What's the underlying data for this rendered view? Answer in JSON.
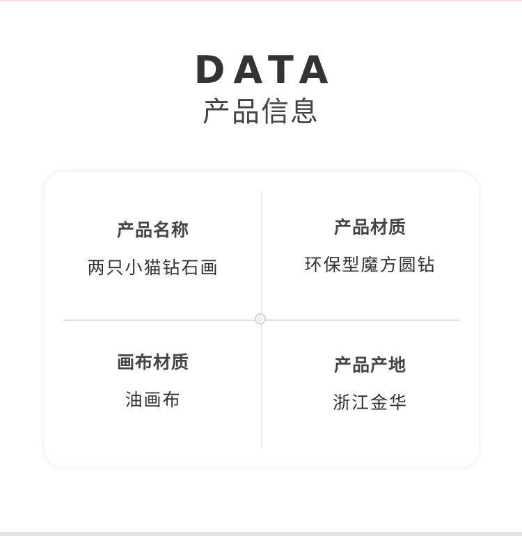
{
  "header": {
    "title_en": "DATA",
    "title_cn": "产品信息"
  },
  "info": [
    {
      "label": "产品名称",
      "value": "两只小猫钻石画"
    },
    {
      "label": "产品材质",
      "value": "环保型魔方圆钻"
    },
    {
      "label": "画布材质",
      "value": "油画布"
    },
    {
      "label": "产品产地",
      "value": "浙江金华"
    }
  ],
  "colors": {
    "text_dark": "#333333",
    "divider": "#e3e3e3",
    "top_line": "#f4dde4"
  }
}
